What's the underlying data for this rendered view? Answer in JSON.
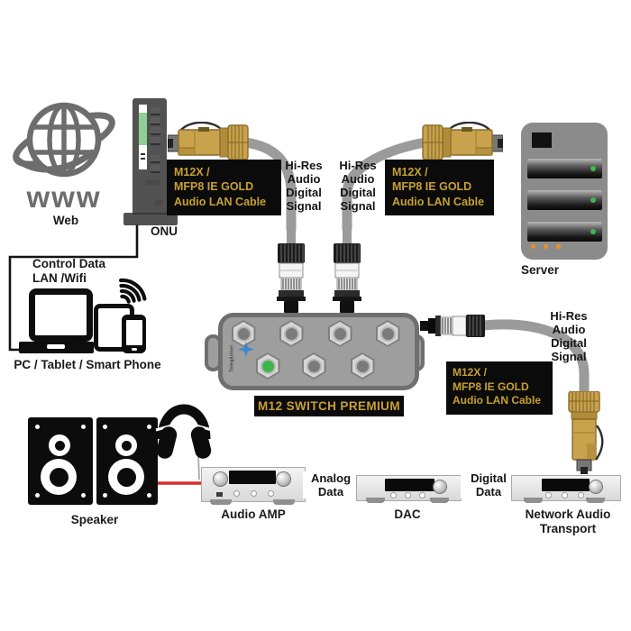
{
  "web": {
    "label": "Web",
    "icon_text": "www"
  },
  "onu": {
    "label": "ONU"
  },
  "server": {
    "label": "Server"
  },
  "control": {
    "line1": "Control Data",
    "line2": "LAN /Wifi",
    "devices_label": "PC / Tablet / Smart Phone"
  },
  "m12_switch": {
    "label": "M12 SWITCH PREMIUM",
    "brand": "Telegärtner"
  },
  "cable_label": {
    "line1": "M12X /",
    "line2": "MFP8 IE GOLD",
    "line3": "Audio LAN Cable"
  },
  "signal_label": {
    "line1": "Hi-Res",
    "line2": "Audio",
    "line3": "Digital",
    "line4": "Signal"
  },
  "audio_chain": {
    "speaker_label": "Speaker",
    "amp_label": "Audio AMP",
    "dac_label": "DAC",
    "nat_label_line1": "Network Audio",
    "nat_label_line2": "Transport",
    "analog_line1": "Analog",
    "analog_line2": "Data",
    "digital_line1": "Digital",
    "digital_line2": "Data"
  },
  "colors": {
    "cable_gray": "#9B9B9B",
    "connector_gold": "#C9A24E",
    "label_bg": "#0B0B0B",
    "label_gold": "#C7A032",
    "led_green": "#41B64A",
    "led_orange": "#EF8F1F",
    "port_green": "#3CB54A",
    "switch_gray": "#9E9E9E",
    "brand_blue": "#3F87CF"
  }
}
